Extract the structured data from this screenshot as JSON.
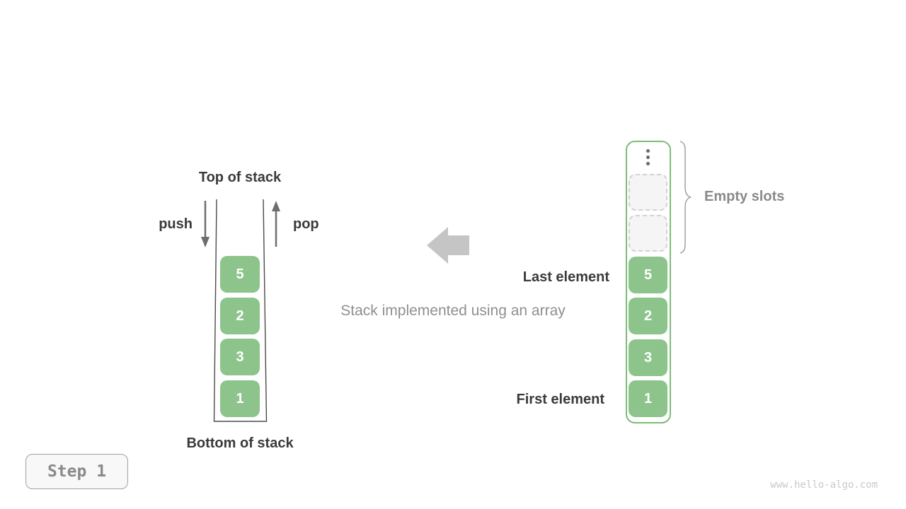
{
  "labels": {
    "top_of_stack": "Top of stack",
    "bottom_of_stack": "Bottom of stack",
    "push": "push",
    "pop": "pop",
    "last_element": "Last element",
    "first_element": "First element",
    "empty_slots": "Empty slots",
    "caption": "Stack implemented using an array"
  },
  "stack": {
    "values": [
      "5",
      "2",
      "3",
      "1"
    ]
  },
  "array": {
    "values": [
      "5",
      "2",
      "3",
      "1"
    ],
    "empty_slot_count": 2
  },
  "step_badge": {
    "label": "Step 1"
  },
  "watermark": "www.hello-algo.com",
  "colors": {
    "block_fill": "#8dc48b",
    "array_border": "#7cbd78",
    "empty_slot_border": "#d2d2d2",
    "empty_slot_fill": "#f5f5f5",
    "dark_text": "#3a3a3a",
    "gray_text": "#8a8a8a",
    "arrow_gray": "#6e6e6e",
    "block_arrow_gray": "#c5c5c5",
    "watermark_gray": "#c9c9c9"
  }
}
